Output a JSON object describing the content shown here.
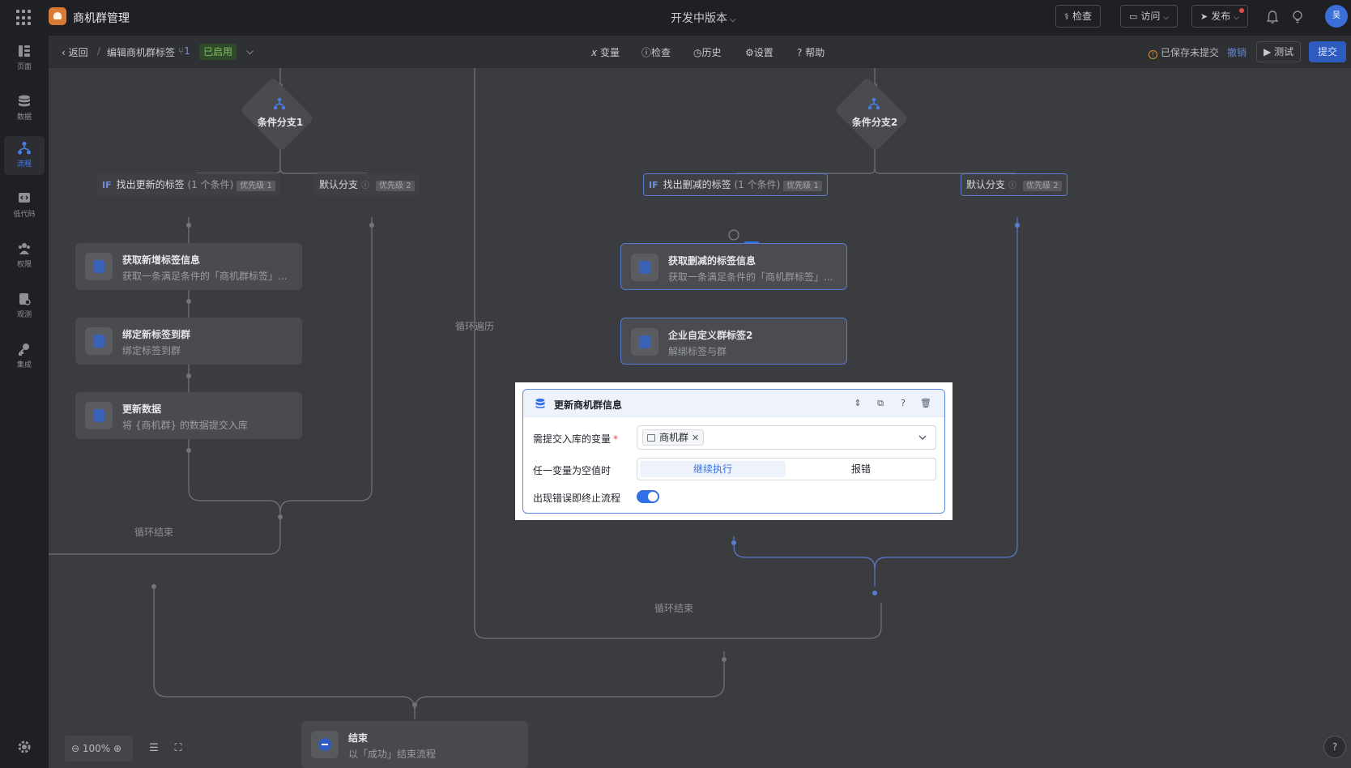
{
  "app": {
    "name": "商机群管理",
    "version": "开发中版本",
    "avatar_text": "吴"
  },
  "topbar": {
    "check": "检查",
    "visit": "访问",
    "publish": "发布"
  },
  "sidebar": {
    "items": [
      {
        "label": "页面"
      },
      {
        "label": "数据"
      },
      {
        "label": "流程"
      },
      {
        "label": "低代码"
      },
      {
        "label": "权限"
      },
      {
        "label": "观测"
      },
      {
        "label": "集成"
      }
    ]
  },
  "editor": {
    "back": "返回",
    "separator": "/",
    "flow_name": "编辑商机群标签",
    "version_num": "1",
    "status": "已启用",
    "tools": [
      "变量",
      "检查",
      "历史",
      "设置",
      "帮助"
    ],
    "unsaved": "已保存未提交",
    "undo": "撤销",
    "test": "测试",
    "submit": "提交"
  },
  "canvas": {
    "branch1": {
      "title": "条件分支1",
      "if_label": "IF",
      "if_name": "找出更新的标签",
      "if_cond": "(1 个条件)",
      "if_prio": "优先级 1",
      "default_name": "默认分支",
      "default_prio": "优先级 2"
    },
    "branch2": {
      "title": "条件分支2",
      "if_label": "IF",
      "if_name": "找出删减的标签",
      "if_cond": "(1 个条件)",
      "if_prio": "优先级 1",
      "default_name": "默认分支",
      "default_prio": "优先级 2"
    },
    "nodes": [
      {
        "title": "获取新增标签信息",
        "sub": "获取一条满足条件的「商机群标签」..."
      },
      {
        "title": "绑定新标签到群",
        "sub": "绑定标签到群"
      },
      {
        "title": "更新数据",
        "sub": "将 {商机群} 的数据提交入库"
      },
      {
        "title": "获取删减的标签信息",
        "sub": "获取一条满足条件的「商机群标签」..."
      },
      {
        "title": "企业自定义群标签2",
        "sub": "解绑标签与群"
      }
    ],
    "loop_traverse": "循环遍历",
    "loop_end_1": "循环结束",
    "loop_end_2": "循环结束",
    "end_node": {
      "title": "结束",
      "sub": "以「成功」结束流程"
    },
    "zoom": "100%"
  },
  "dialog": {
    "title": "更新商机群信息",
    "field_vars_label": "需提交入库的变量",
    "required_mark": "*",
    "var_tag": "商机群",
    "null_label": "任一变量为空值时",
    "null_options": [
      "继续执行",
      "报错"
    ],
    "null_selected": "继续执行",
    "stop_label": "出现错误即终止流程",
    "stop_enabled": true
  }
}
